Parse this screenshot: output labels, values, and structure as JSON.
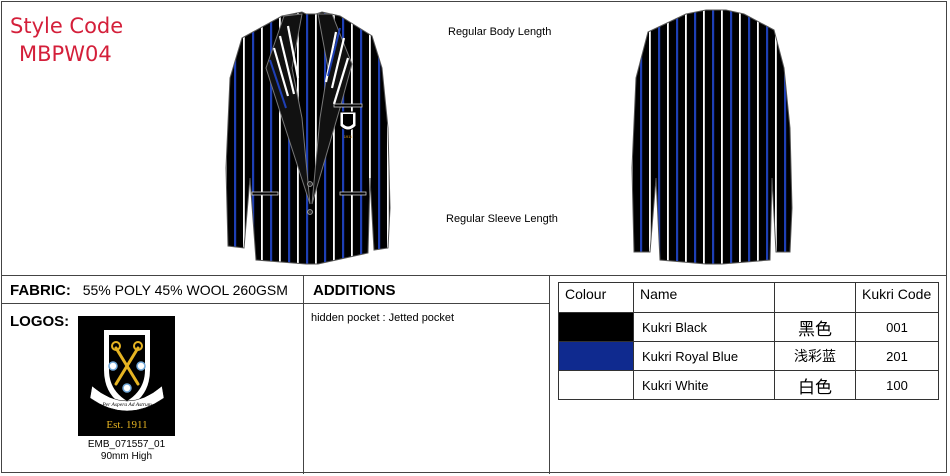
{
  "style": {
    "label": "Style Code",
    "code": "MBPW04"
  },
  "labels": {
    "body_length": "Regular Body Length",
    "sleeve_length": "Regular Sleeve Length"
  },
  "fabric": {
    "label": "FABRIC:",
    "value": "55% POLY 45% WOOL 260GSM"
  },
  "logos": {
    "label": "LOGOS:",
    "motto": "Per Aspera Ad Astrum",
    "est": "Est. 1911",
    "emb_code": "EMB_071557_01",
    "size": "90mm High"
  },
  "additions": {
    "label": "ADDITIONS",
    "text": "hidden pocket : Jetted pocket"
  },
  "colour_table": {
    "headers": {
      "colour": "Colour",
      "name": "Name",
      "blank": "",
      "code": "Kukri Code"
    },
    "rows": [
      {
        "swatch": "#000000",
        "name": "Kukri Black",
        "chinese": "黑色",
        "code": "001"
      },
      {
        "swatch": "#0f2a8f",
        "name": "Kukri Royal Blue",
        "chinese": "浅彩蓝",
        "code": "201"
      },
      {
        "swatch": "#ffffff",
        "name": "Kukri White",
        "chinese": "白色",
        "code": "100"
      }
    ]
  },
  "colors": {
    "style_code_red": "#d41f3a",
    "stripe_blue": "#1e3fb5",
    "jacket_black": "#000000"
  }
}
